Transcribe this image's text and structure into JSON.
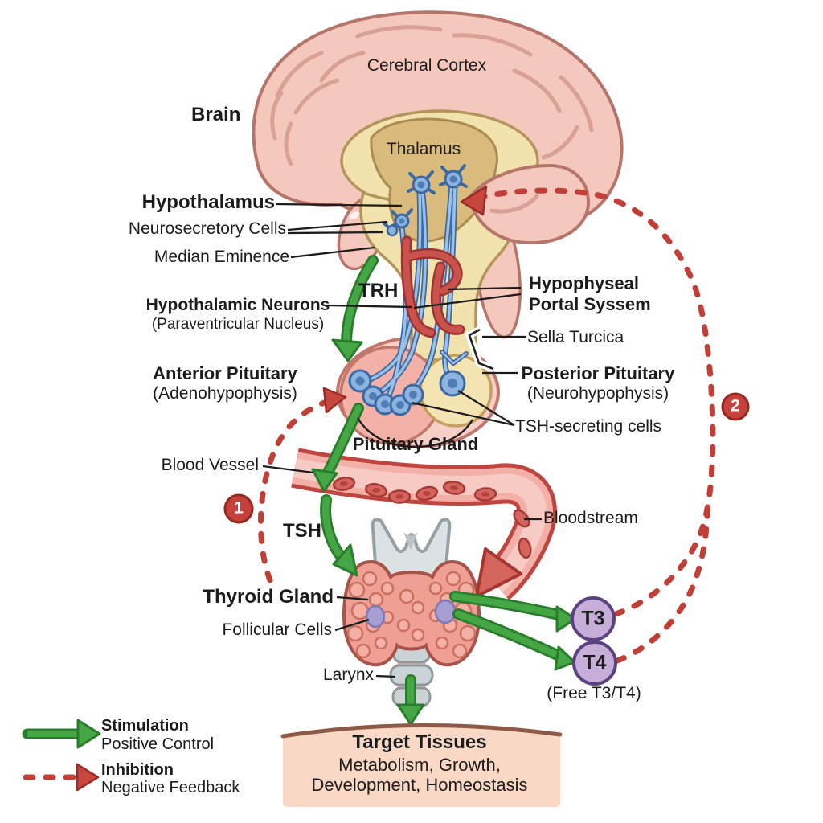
{
  "labels": {
    "brain": "Brain",
    "cerebral_cortex": "Cerebral Cortex",
    "thalamus": "Thalamus",
    "hypothalamus": "Hypothalamus",
    "neurosecretory_cells": "Neurosecretory Cells",
    "median_eminence": "Median Eminence",
    "hypothalamic_neurons": {
      "line1": "Hypothalamic Neurons",
      "line2": "(Paraventricular Nucleus)"
    },
    "hypophyseal_portal_system": {
      "line1": "Hypophyseal",
      "line2": "Portal Syssem"
    },
    "sella_turcica": "Sella Turcica",
    "anterior_pituitary": {
      "line1": "Anterior Pituitary",
      "line2": "(Adenohypophysis)"
    },
    "posterior_pituitary": {
      "line1": "Posterior Pituitary",
      "line2": "(Neurohypophysis)"
    },
    "tsh_secreting_cells": "TSH-secreting cells",
    "pituitary_gland": "Pituitary Gland",
    "blood_vessel": "Blood Vessel",
    "bloodstream": "Bloodstream",
    "thyroid_gland": "Thyroid Gland",
    "follicular_cells": "Follicular Cells",
    "larynx": "Larynx",
    "free_t3_t4": "(Free T3/T4)"
  },
  "hormones": {
    "trh": "TRH",
    "tsh": "TSH",
    "t3": "T3",
    "t4": "T4"
  },
  "markers": {
    "step1": "1",
    "step2": "2"
  },
  "legend": {
    "stimulation": {
      "title": "Stimulation",
      "subtitle": "Positive Control"
    },
    "inhibition": {
      "title": "Inhibition",
      "subtitle": "Negative Feedback"
    }
  },
  "target_tissues": {
    "title": "Target Tissues",
    "line1": "Metabolism, Growth,",
    "line2": "Development, Homeostasis"
  },
  "colors": {
    "stimulation_green": "#44a644",
    "inhibition_red": "#c04038",
    "marker_red": "#c5423c",
    "hormone_purple": "#c6aed9",
    "brain_pink": "#f5c8be",
    "interior_cream": "#f2e2ae",
    "thalamus_tan": "#d8bb7d",
    "vessel_red": "#bf4540",
    "thyroid_pink": "#ef9f94",
    "neuron_blue": "#8db4de",
    "target_box_peach": "#f9d9c6"
  }
}
